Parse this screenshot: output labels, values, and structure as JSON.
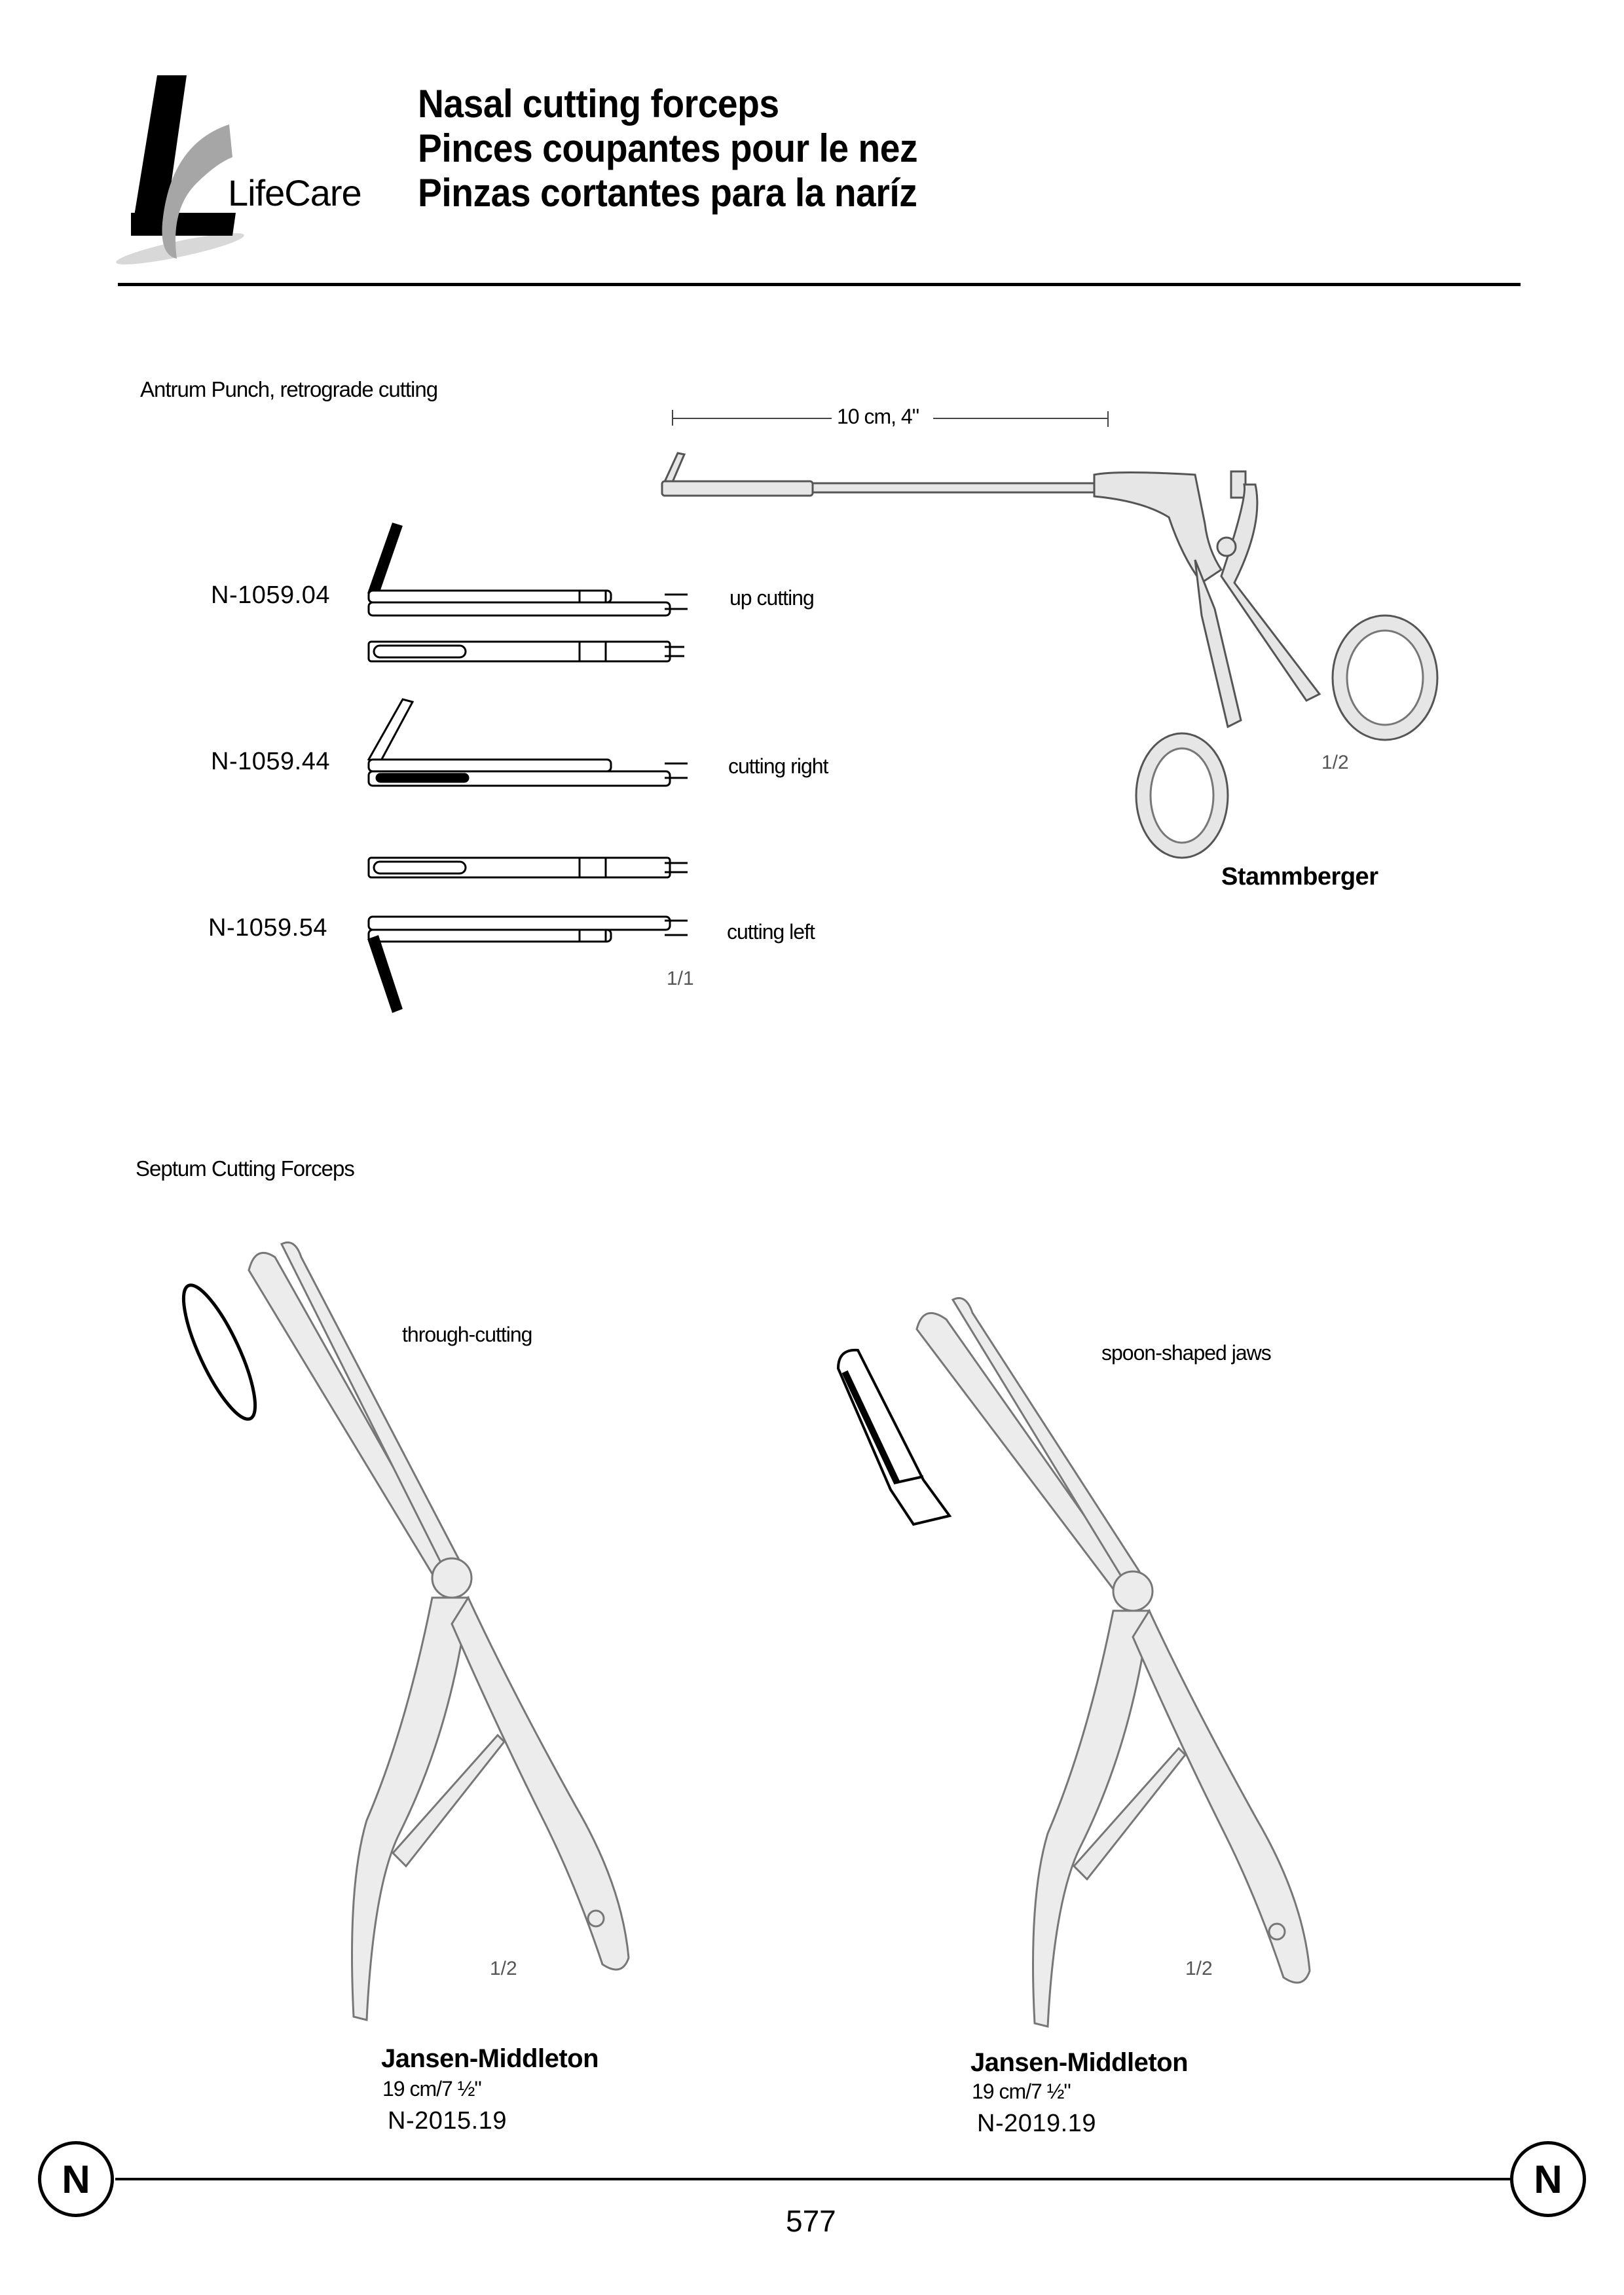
{
  "header": {
    "logo": {
      "brand_text": "LifeCare",
      "icon": "lifecare-lc-logo-icon"
    },
    "titles": [
      "Nasal cutting forceps",
      "Pinces coupantes pour le nez",
      "Pinzas cortantes para la naríz"
    ]
  },
  "section_antrum": {
    "label": "Antrum Punch, retrograde cutting",
    "scale_bar": "10 cm, 4\"",
    "items": [
      {
        "code": "N-1059.04",
        "variant": "up cutting"
      },
      {
        "code": "N-1059.44",
        "variant": "cutting right"
      },
      {
        "code": "N-1059.54",
        "variant": "cutting left"
      }
    ],
    "detail_scale": "1/1",
    "main_instrument": {
      "name": "Stammberger",
      "scale": "1/2"
    }
  },
  "section_septum": {
    "label": "Septum Cutting Forceps",
    "items": [
      {
        "jaw_note": "through-cutting",
        "name": "Jansen-Middleton",
        "size": "19 cm/7 ½\"",
        "code": "N-2015.19",
        "scale": "1/2"
      },
      {
        "jaw_note": "spoon-shaped jaws",
        "name": "Jansen-Middleton",
        "size": "19 cm/7 ½\"",
        "code": "N-2019.19",
        "scale": "1/2"
      }
    ]
  },
  "footer": {
    "section_letter_left": "N",
    "section_letter_right": "N",
    "page_number": "577"
  }
}
